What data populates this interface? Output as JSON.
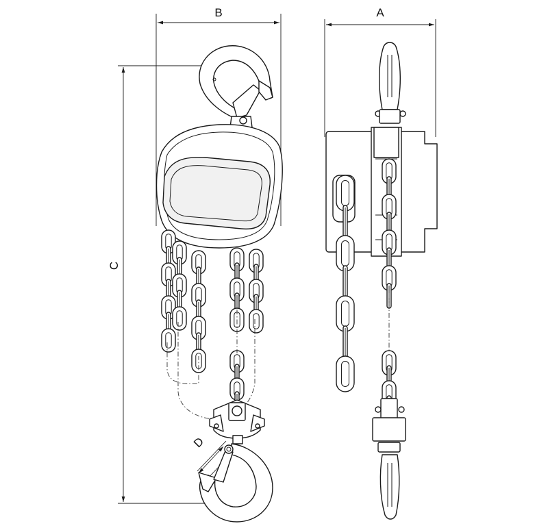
{
  "dimension_labels": {
    "a": "A",
    "b": "B",
    "c": "C",
    "d": "D"
  },
  "colors": {
    "line": "#1a1a1a",
    "fill": "#ffffff",
    "shade": "#f1f1f1"
  }
}
